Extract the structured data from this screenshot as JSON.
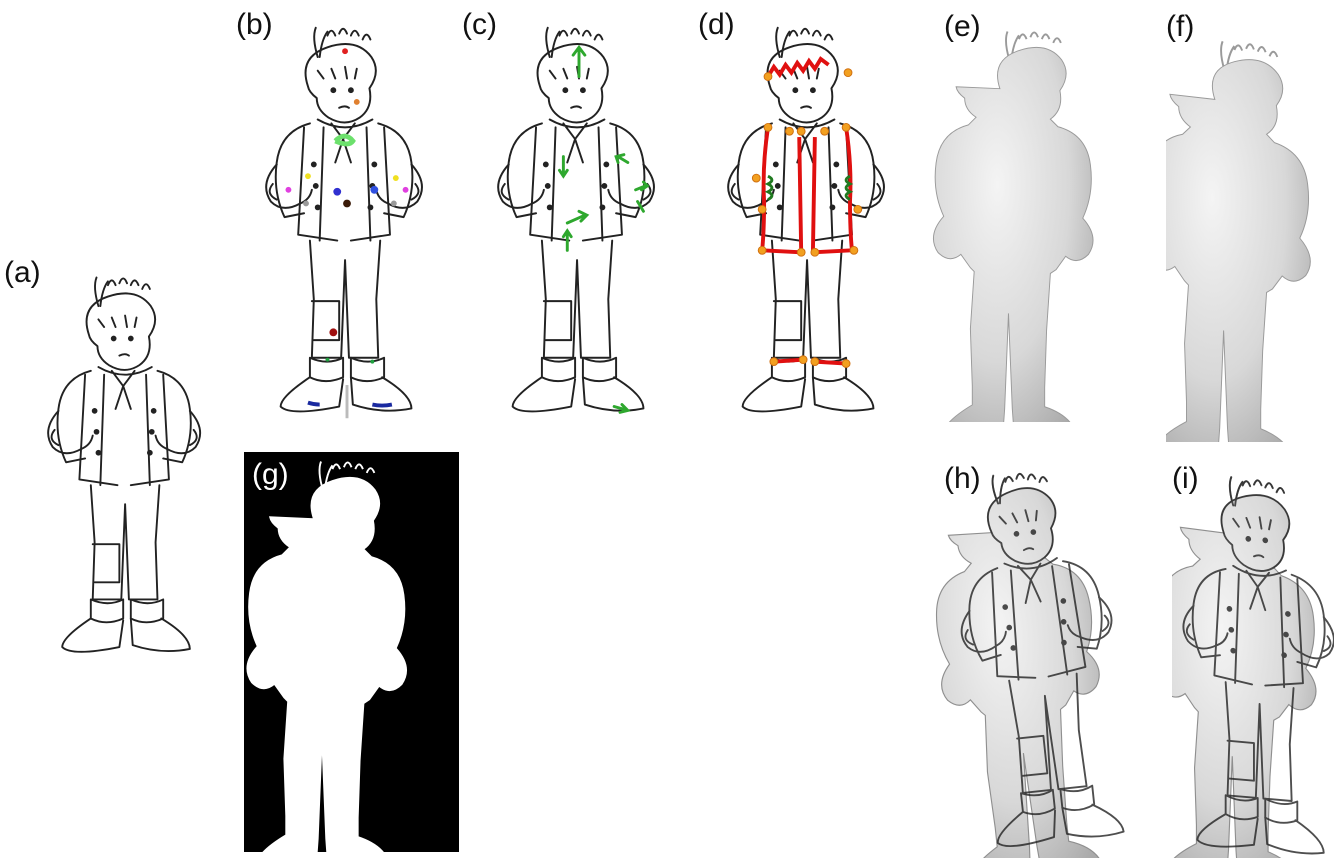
{
  "figure": {
    "panels": [
      {
        "id": "a",
        "label": "(a)"
      },
      {
        "id": "b",
        "label": "(b)"
      },
      {
        "id": "c",
        "label": "(c)"
      },
      {
        "id": "d",
        "label": "(d)"
      },
      {
        "id": "e",
        "label": "(e)"
      },
      {
        "id": "f",
        "label": "(f)"
      },
      {
        "id": "g",
        "label": "(g)"
      },
      {
        "id": "h",
        "label": "(h)"
      },
      {
        "id": "i",
        "label": "(i)"
      }
    ]
  },
  "colors": {
    "ink": "#222222",
    "scribble_green": "#2e9e2e",
    "arrow_green": "#3ec43e",
    "outline_red": "#e01010",
    "point_orange": "#f2a020",
    "render_gray": "#d9d9d9",
    "silhouette_bg": "#000000"
  }
}
